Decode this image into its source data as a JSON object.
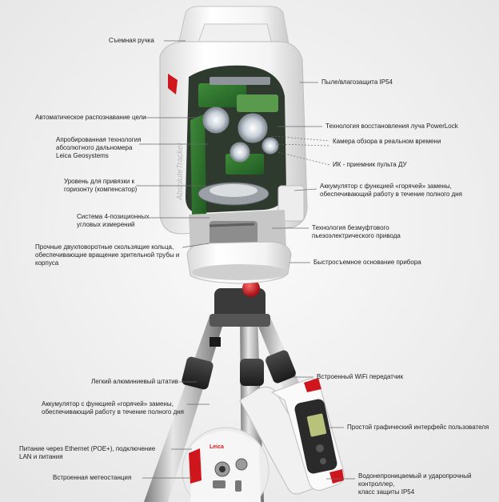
{
  "device": {
    "side_text": "AbsoluteTracker",
    "brand": "Leica"
  },
  "labels": {
    "handle": "Съемная ручка",
    "dust": "Пыле/влагозащита IP54",
    "auto_target": "Автоматическое распознавание цели",
    "powerlock": "Технология восстановления луча PowerLock",
    "adm_1": "Апробированная технология",
    "adm_2": "абсолютного дальномера",
    "adm_3": "Leica Geosystems",
    "camera": "Камера обзора в реальном времени",
    "ir": "ИК - приемник пульта ДУ",
    "level_1": "Уровень для привязки к",
    "level_2": "горизонту (компенсатор)",
    "battery_top_1": "Аккумулятор с функцией «горячей» замены,",
    "battery_top_2": "обеспечивающий работу в течение полного дня",
    "angles_1": "Система 4-позиционных",
    "angles_2": "угловых измерений",
    "piezo_1": "Технология безмуфтового",
    "piezo_2": "пьезоэлектрического привода",
    "rings_1": "Прочные двухповоротные скользящие кольца,",
    "rings_2": "обеспечивающие вращение зрительной трубы и",
    "rings_3": "корпуса",
    "base": "Быстросъемное основание прибора",
    "tripod": "Легкий алюминиевый штатив",
    "wifi": "Встроенный WiFi передатчик",
    "battery_bot_1": "Аккумулятор с функцией «горячей» замены,",
    "battery_bot_2": "обеспечивающий работу в течение полного дня",
    "gui": "Простой графический интерфейс пользователя",
    "poe_1": "Питание через Ethernet (POE+), подключение",
    "poe_2": "LAN и питания",
    "meteo": "Встроенная метеостанция",
    "ctrl_1": "Водонепроницаемый и ударопрочный",
    "ctrl_2": "контроллер,",
    "ctrl_3": "класс защиты IP54"
  }
}
